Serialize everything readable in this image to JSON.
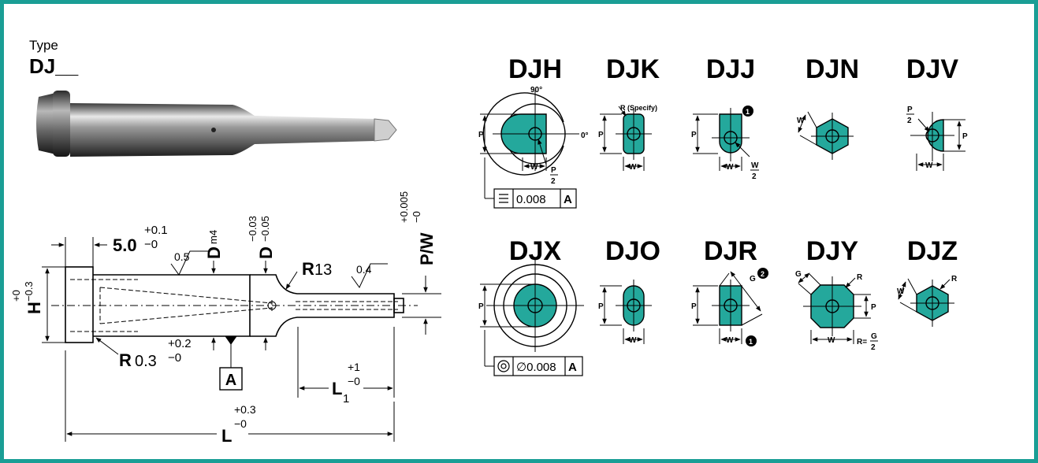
{
  "header": {
    "type_label": "Type",
    "type_code": "DJ__"
  },
  "colors": {
    "frame": "#1a9e95",
    "fill": "#24a89c",
    "line": "#000000"
  },
  "side_view": {
    "dim_head": "5.0",
    "dim_head_tol_upper": "+0.1",
    "dim_head_tol_lower": "−0",
    "finish_1": "0.5",
    "D_fit_label": "D",
    "D_fit_sup": "m4",
    "D2_label": "D",
    "D2_tol_upper": "−0.03",
    "D2_tol_lower": "−0.05",
    "R13_label": "R",
    "R13_value": "13",
    "finish_2": "0.4",
    "PW_label": "P/W",
    "PW_tol_upper": "+0.005",
    "PW_tol_lower": "−0",
    "H_label": "H",
    "H_tol_upper": "+0",
    "H_tol_lower": "−0.3",
    "R03_label": "R",
    "R03_value": "0.3",
    "R03_tol_upper": "+0.2",
    "R03_tol_lower": "−0",
    "datum": "A",
    "L1_label": "L",
    "L1_sub": "1",
    "L1_tol_upper": "+1",
    "L1_tol_lower": "−0",
    "L_label": "L",
    "L_tol_upper": "+0.3",
    "L_tol_lower": "−0"
  },
  "shapes_row1": [
    {
      "code": "DJH",
      "labels": {
        "p": "P",
        "w": "W",
        "angle_top": "90°",
        "angle_right": "0°",
        "half_num": "P",
        "half_den": "2",
        "tol_value": "0.008",
        "tol_datum": "A"
      }
    },
    {
      "code": "DJK",
      "labels": {
        "p": "P",
        "w": "W",
        "r": "R (Specify)"
      }
    },
    {
      "code": "DJJ",
      "labels": {
        "p": "P",
        "w": "W",
        "half_num": "W",
        "half_den": "2",
        "note": "1"
      }
    },
    {
      "code": "DJN",
      "labels": {
        "w": "W"
      }
    },
    {
      "code": "DJV",
      "labels": {
        "p": "P",
        "w": "W",
        "half_num": "P",
        "half_den": "2"
      }
    }
  ],
  "shapes_row2": [
    {
      "code": "DJX",
      "labels": {
        "p": "P",
        "tol_value": "∅0.008",
        "tol_datum": "A"
      }
    },
    {
      "code": "DJO",
      "labels": {
        "p": "P",
        "w": "W"
      }
    },
    {
      "code": "DJR",
      "labels": {
        "p": "P",
        "w": "W",
        "g": "G",
        "note1": "1",
        "note2": "2"
      }
    },
    {
      "code": "DJY",
      "labels": {
        "p": "P",
        "w": "W",
        "g": "G",
        "r": "R",
        "rg_prefix": "R=",
        "rg_num": "G",
        "rg_den": "2"
      }
    },
    {
      "code": "DJZ",
      "labels": {
        "w": "W",
        "r": "R"
      }
    }
  ]
}
